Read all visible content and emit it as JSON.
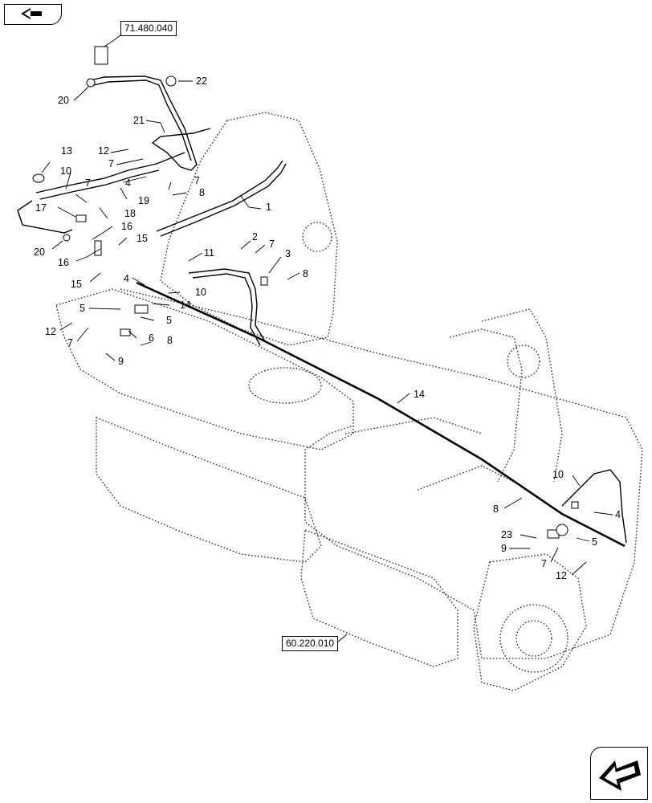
{
  "references": {
    "top": "71.480.040",
    "bottom": "60.220.010"
  },
  "callouts": [
    {
      "id": "c22",
      "label": "22"
    },
    {
      "id": "c20a",
      "label": "20"
    },
    {
      "id": "c21",
      "label": "21"
    },
    {
      "id": "c13",
      "label": "13"
    },
    {
      "id": "c12a",
      "label": "12"
    },
    {
      "id": "c7a",
      "label": "7"
    },
    {
      "id": "c10a",
      "label": "10"
    },
    {
      "id": "c7b",
      "label": "7"
    },
    {
      "id": "c4a",
      "label": "4"
    },
    {
      "id": "c7c",
      "label": "7"
    },
    {
      "id": "c8a",
      "label": "8"
    },
    {
      "id": "c19",
      "label": "19"
    },
    {
      "id": "c1",
      "label": "1"
    },
    {
      "id": "c17",
      "label": "17"
    },
    {
      "id": "c18",
      "label": "18"
    },
    {
      "id": "c16a",
      "label": "16"
    },
    {
      "id": "c20b",
      "label": "20"
    },
    {
      "id": "c15a",
      "label": "15"
    },
    {
      "id": "c16b",
      "label": "16"
    },
    {
      "id": "c2",
      "label": "2"
    },
    {
      "id": "c7d",
      "label": "7"
    },
    {
      "id": "c3",
      "label": "3"
    },
    {
      "id": "c11",
      "label": "11"
    },
    {
      "id": "c8b",
      "label": "8"
    },
    {
      "id": "c15b",
      "label": "15"
    },
    {
      "id": "c4b",
      "label": "4"
    },
    {
      "id": "c10b",
      "label": "10"
    },
    {
      "id": "c14a",
      "label": "14"
    },
    {
      "id": "c5a",
      "label": "5"
    },
    {
      "id": "c5b",
      "label": "5"
    },
    {
      "id": "c12b",
      "label": "12"
    },
    {
      "id": "c6",
      "label": "6"
    },
    {
      "id": "c7e",
      "label": "7"
    },
    {
      "id": "c8c",
      "label": "8"
    },
    {
      "id": "c9a",
      "label": "9"
    },
    {
      "id": "c14b",
      "label": "14"
    },
    {
      "id": "c10c",
      "label": "10"
    },
    {
      "id": "c8d",
      "label": "8"
    },
    {
      "id": "c4c",
      "label": "4"
    },
    {
      "id": "c23",
      "label": "23"
    },
    {
      "id": "c9b",
      "label": "9"
    },
    {
      "id": "c5c",
      "label": "5"
    },
    {
      "id": "c7f",
      "label": "7"
    },
    {
      "id": "c12c",
      "label": "12"
    }
  ],
  "icons": {
    "prev": "back-arrow-icon",
    "next": "forward-arrow-icon"
  }
}
